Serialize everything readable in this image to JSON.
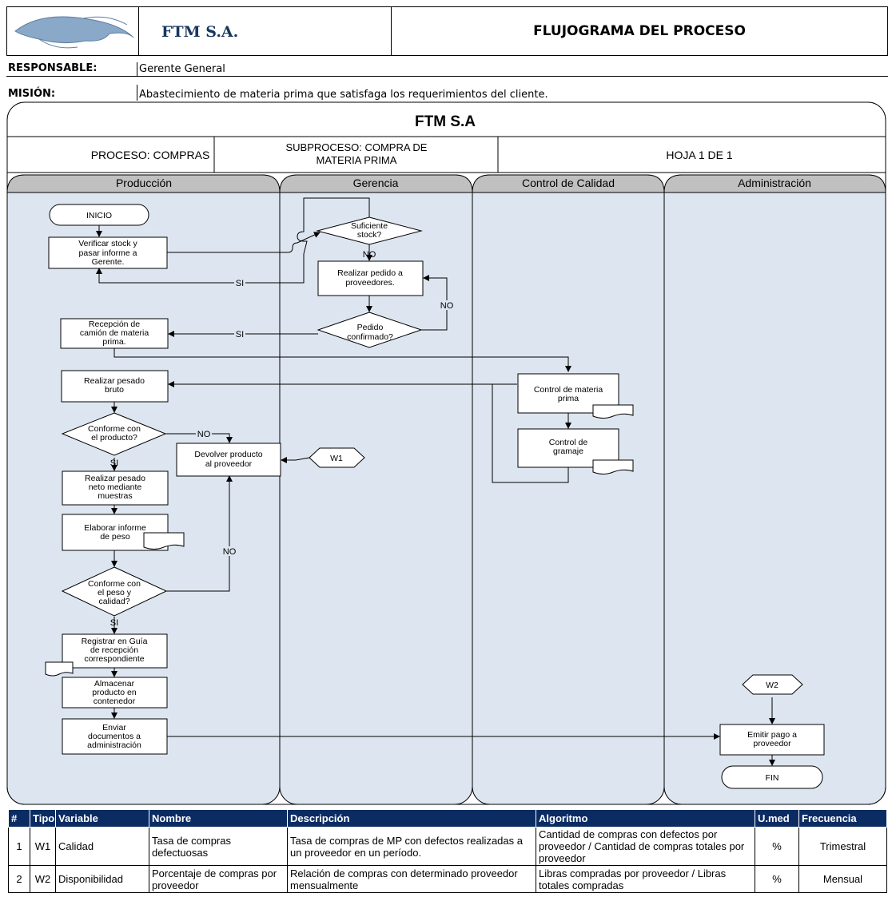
{
  "header": {
    "company": "FTM S.A.",
    "doc_title": "FLUJOGRAMA DEL PROCESO",
    "responsable_label": "RESPONSABLE:",
    "responsable_value": "Gerente General",
    "mision_label": "MISIÓN:",
    "mision_value": "Abastecimiento de materia prima que satisfaga los requerimientos del cliente."
  },
  "diagram": {
    "title": "FTM S.A",
    "proceso": "PROCESO: COMPRAS",
    "subproceso": [
      "SUBPROCESO: COMPRA DE",
      "MATERIA PRIMA"
    ],
    "hoja": "HOJA 1 DE 1",
    "lanes": [
      "Producción",
      "Gerencia",
      "Control de Calidad",
      "Administración"
    ],
    "nodes": {
      "inicio": "INICIO",
      "verificar": [
        "Verificar stock y",
        "pasar informe a",
        "Gerente."
      ],
      "suficiente": [
        "Suficiente",
        "stock?"
      ],
      "pedido": [
        "Realizar pedido a",
        "proveedores."
      ],
      "confirmado": [
        "Pedido",
        "confirmado?"
      ],
      "recepcion": [
        "Recepción de",
        "camión de materia",
        "prima."
      ],
      "pesado_bruto": [
        "Realizar pesado",
        "bruto"
      ],
      "control_mp": [
        "Control de materia",
        "prima"
      ],
      "conforme_producto": [
        "Conforme con",
        "el producto?"
      ],
      "devolver": [
        "Devolver producto",
        "al proveedor"
      ],
      "w1": "W1",
      "control_gramaje": [
        "Control de",
        "gramaje"
      ],
      "pesado_neto": [
        "Realizar pesado",
        "neto mediante",
        "muestras"
      ],
      "informe_peso": [
        "Elaborar informe",
        "de peso"
      ],
      "conforme_peso": [
        "Conforme con",
        "el peso y",
        "calidad?"
      ],
      "registrar": [
        "Registrar en Guía",
        "de recepción",
        "correspondiente"
      ],
      "almacenar": [
        "Almacenar",
        "producto en",
        "contenedor"
      ],
      "enviar": [
        "Enviar",
        "documentos a",
        "administración"
      ],
      "w2": "W2",
      "emitir_pago": [
        "Emitir pago a",
        "proveedor"
      ],
      "fin": "FIN"
    },
    "edge_labels": {
      "si": "SI",
      "no": "NO"
    }
  },
  "table": {
    "headers": [
      "#",
      "Tipo",
      "Variable",
      "Nombre",
      "Descripción",
      "Algoritmo",
      "U.med",
      "Frecuencia"
    ],
    "rows": [
      {
        "n": "1",
        "tipo": "W1",
        "variable": "Calidad",
        "nombre": "Tasa de compras defectuosas",
        "descripcion": "Tasa de compras de MP con defectos realizadas a un proveedor en un período.",
        "algoritmo": "Cantidad de compras con defectos por proveedor / Cantidad de compras totales por proveedor",
        "umed": "%",
        "frecuencia": "Trimestral"
      },
      {
        "n": "2",
        "tipo": "W2",
        "variable": "Disponibilidad",
        "nombre": "Porcentaje de compras por proveedor",
        "descripcion": "Relación de compras con determinado proveedor mensualmente",
        "algoritmo": "Libras compradas por proveedor / Libras totales compradas",
        "umed": "%",
        "frecuencia": "Mensual"
      }
    ]
  },
  "colors": {
    "lane_bg": "#dde6f0",
    "lane_header": "#c0c0c0",
    "table_header": "#0b2c63"
  }
}
